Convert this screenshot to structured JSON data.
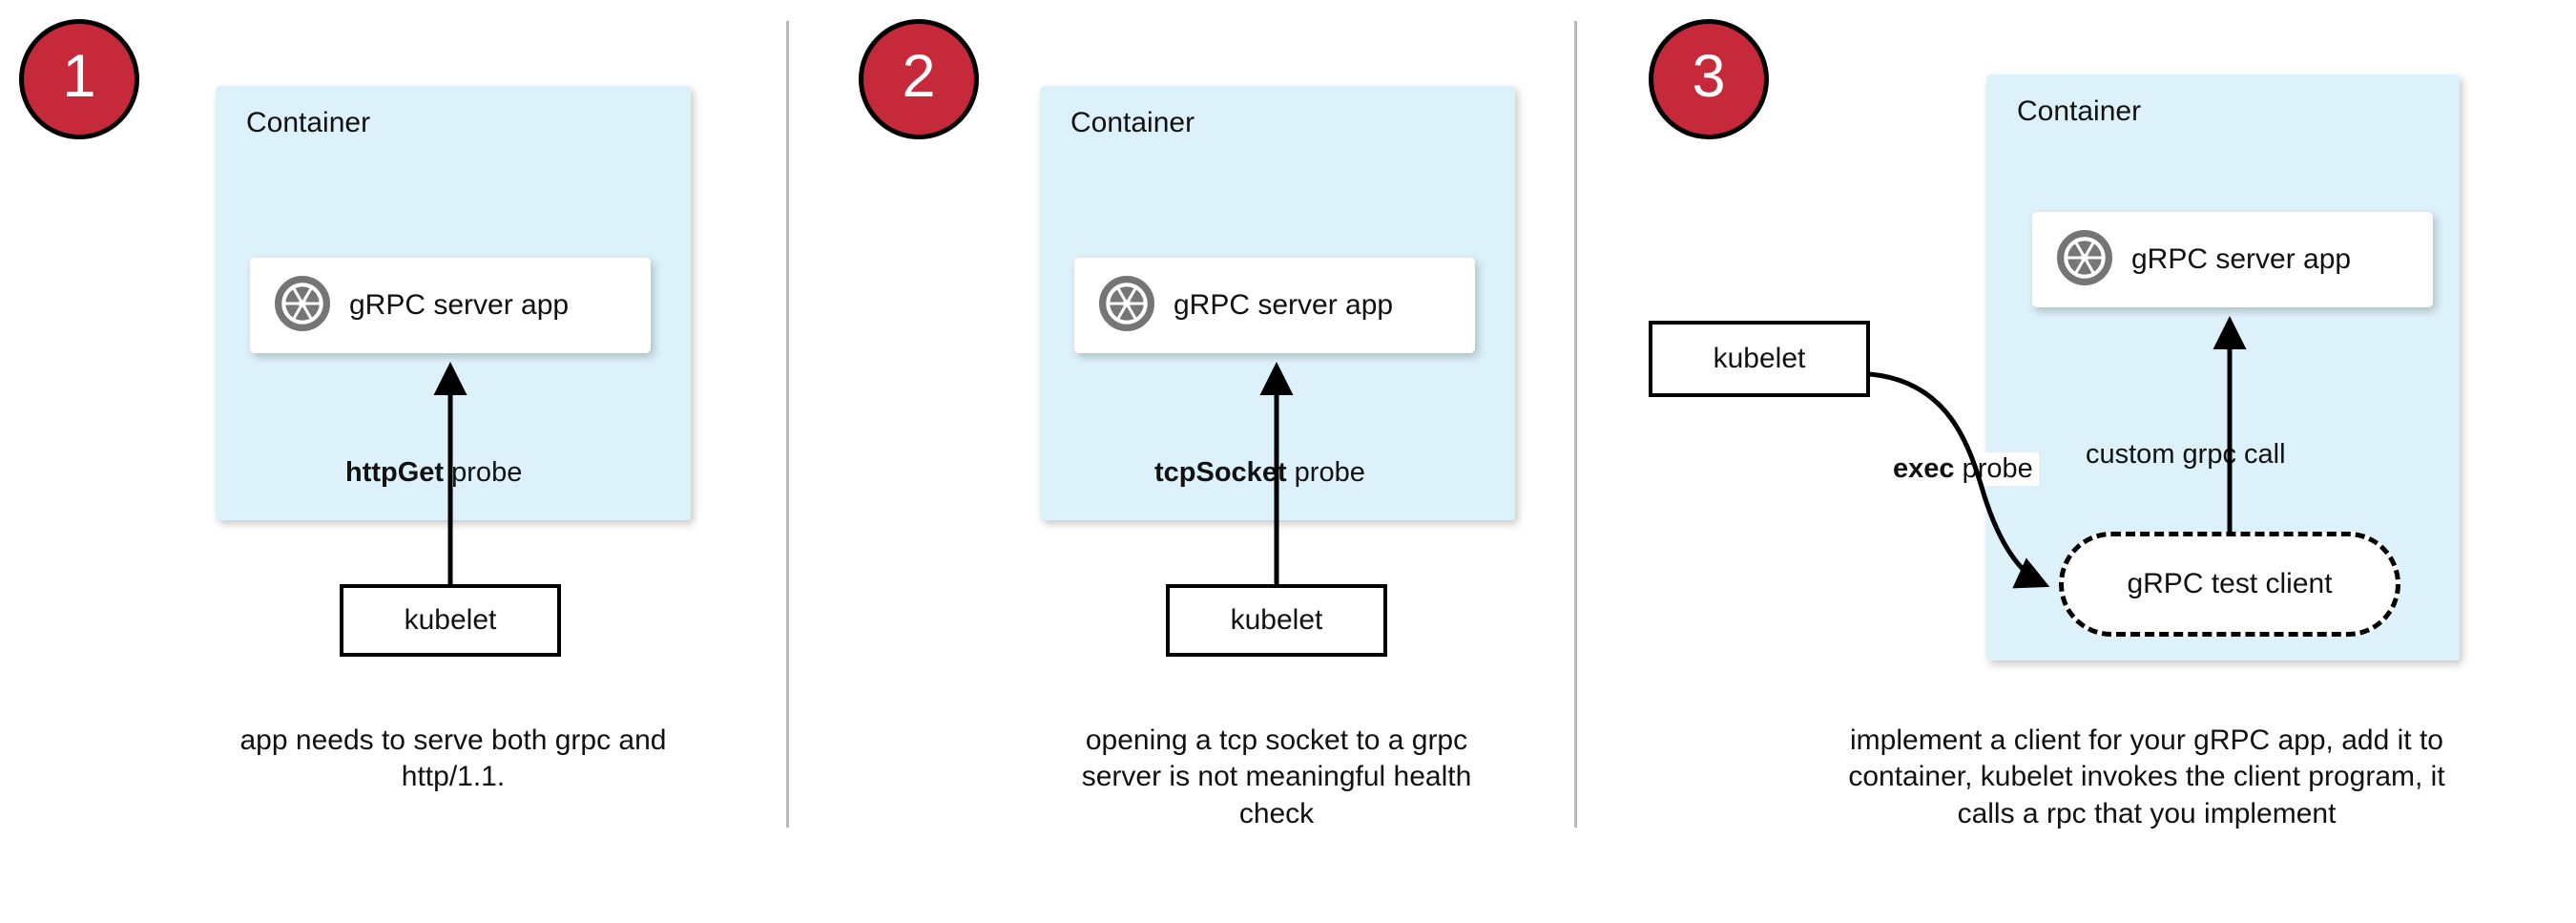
{
  "theme": {
    "badge_fill": "#c62a3a",
    "badge_border": "#000000",
    "badge_text": "#ffffff",
    "container_fill": "#ddf1fb",
    "card_fill": "#ffffff",
    "stroke": "#000000",
    "divider": "#b8b8b8",
    "icon_gray": "#757575",
    "page_bg": "#ffffff"
  },
  "panels": [
    {
      "badge_number": "1",
      "container_label": "Container",
      "app_label": "gRPC server app",
      "app_icon": "grpc-aperture-icon",
      "probe_keyword": "httpGet",
      "probe_suffix": " probe",
      "kubelet_label": "kubelet",
      "caption": "app needs to serve both grpc and http/1.1."
    },
    {
      "badge_number": "2",
      "container_label": "Container",
      "app_label": "gRPC server app",
      "app_icon": "grpc-aperture-icon",
      "probe_keyword": "tcpSocket",
      "probe_suffix": " probe",
      "kubelet_label": "kubelet",
      "caption": "opening a tcp socket to a grpc server is not meaningful health check"
    },
    {
      "badge_number": "3",
      "container_label": "Container",
      "app_label": "gRPC server app",
      "app_icon": "grpc-aperture-icon",
      "probe_keyword": "exec",
      "probe_suffix": " probe",
      "call_label": "custom grpc call",
      "client_label": "gRPC test client",
      "kubelet_label": "kubelet",
      "caption": "implement a client for your gRPC app, add it to container, kubelet invokes the client program, it calls a rpc that you implement"
    }
  ]
}
